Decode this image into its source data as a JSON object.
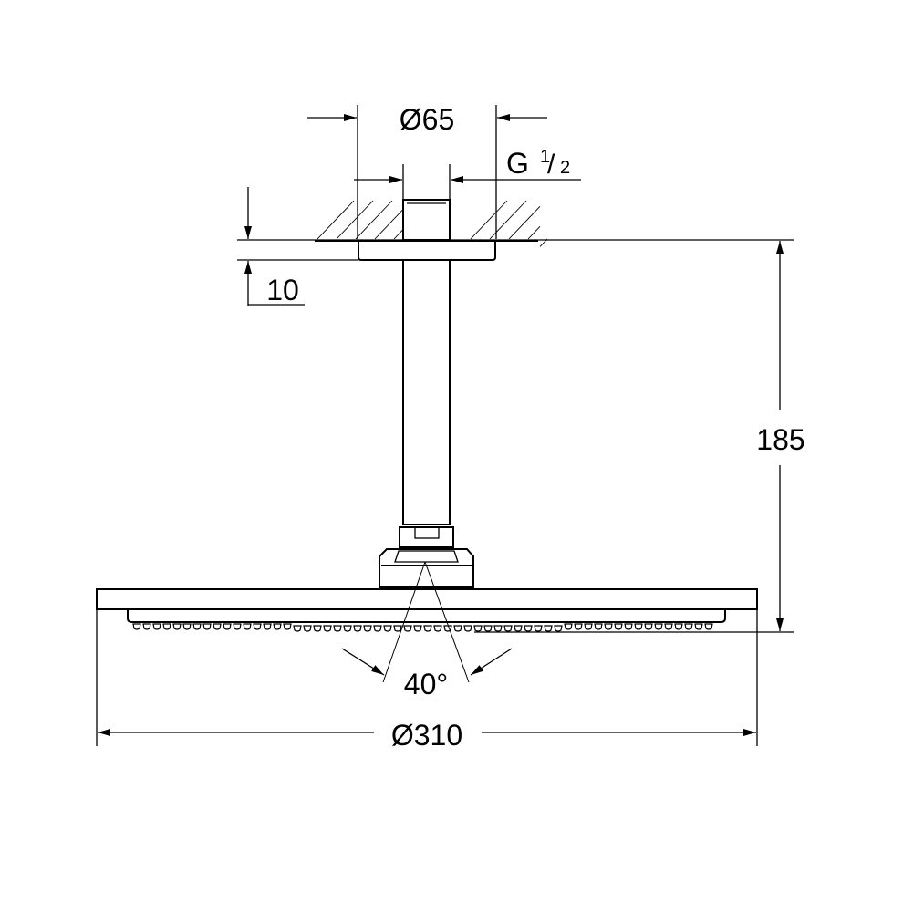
{
  "dimensions": {
    "mount_diameter": "Ø65",
    "thread_main": "G",
    "thread_num": "1",
    "thread_den": "2",
    "flange_height": "10",
    "total_height": "185",
    "spray_angle": "40°",
    "head_diameter": "Ø310"
  },
  "colors": {
    "line": "#000000",
    "background": "#ffffff"
  }
}
